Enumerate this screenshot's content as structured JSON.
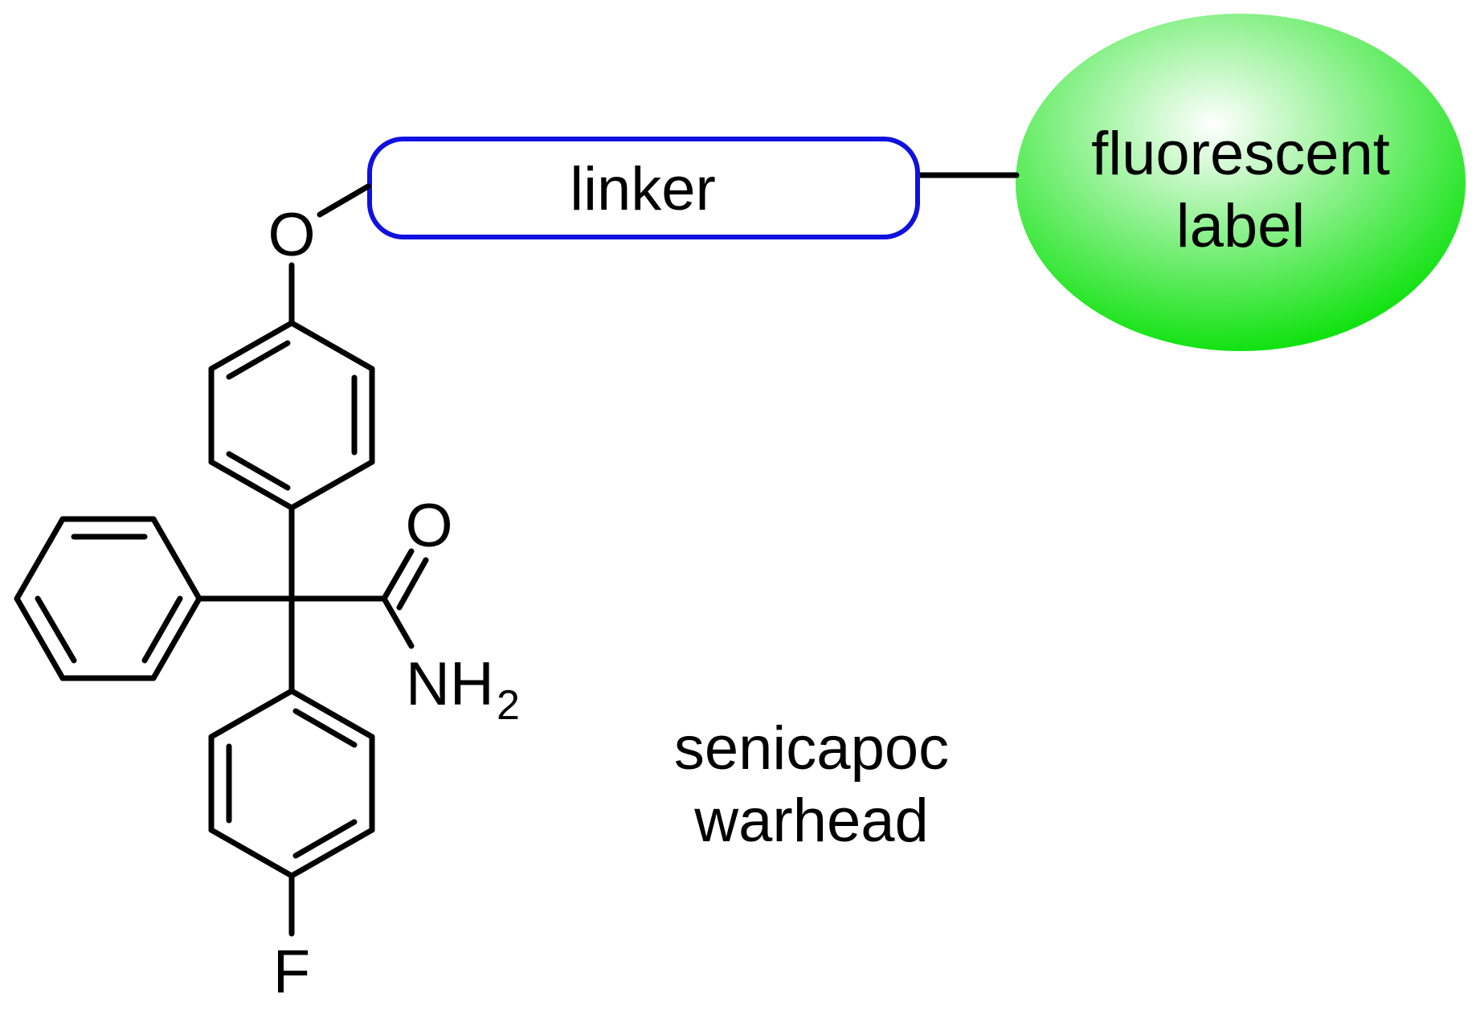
{
  "linker": {
    "label": "linker",
    "border_color": "#1010e0"
  },
  "fluorescent_label": {
    "line1": "fluorescent",
    "line2": "label",
    "fill_color": "#00e000",
    "highlight_color": "#ffffff"
  },
  "warhead": {
    "line1": "senicapoc",
    "line2": "warhead"
  },
  "atoms": {
    "ether_oxygen": "O",
    "carbonyl_oxygen": "O",
    "amine_n": "NH",
    "amine_sub": "2",
    "fluorine": "F"
  }
}
